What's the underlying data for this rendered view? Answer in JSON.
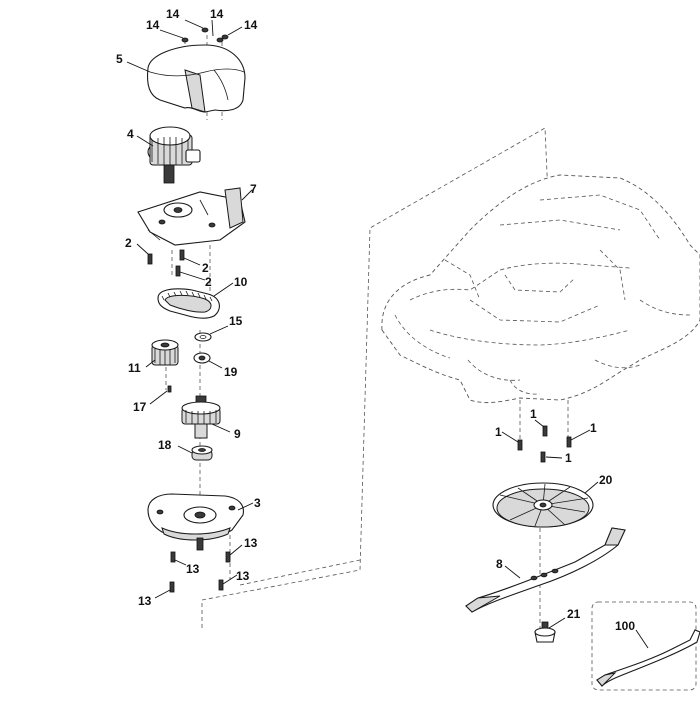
{
  "callouts": {
    "c14a": "14",
    "c14b": "14",
    "c14c": "14",
    "c14d": "14",
    "c5": "5",
    "c4": "4",
    "c7": "7",
    "c2a": "2",
    "c2b": "2",
    "c2c": "2",
    "c10": "10",
    "c15": "15",
    "c11": "11",
    "c19": "19",
    "c17": "17",
    "c9": "9",
    "c18": "18",
    "c3": "3",
    "c13a": "13",
    "c13b": "13",
    "c13c": "13",
    "c13d": "13",
    "c1a": "1",
    "c1b": "1",
    "c1c": "1",
    "c1d": "1",
    "c20": "20",
    "c8": "8",
    "c21": "21",
    "c100": "100"
  }
}
